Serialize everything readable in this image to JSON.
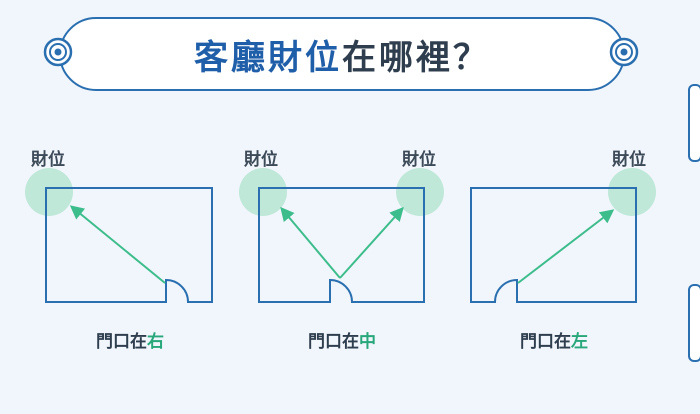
{
  "title": {
    "highlight": "客廳財位",
    "rest": "在哪裡？"
  },
  "diagrams": [
    {
      "labels": [
        "財位"
      ],
      "caption_prefix": "門口在",
      "caption_accent": "右"
    },
    {
      "labels": [
        "財位",
        "財位"
      ],
      "caption_prefix": "門口在",
      "caption_accent": "中"
    },
    {
      "labels": [
        "財位"
      ],
      "caption_prefix": "門口在",
      "caption_accent": "左"
    }
  ],
  "colors": {
    "frame": "#2a6fb0",
    "arrow": "#3dbd8c",
    "spot": "#bfe8d8",
    "accent_text": "#27a77a",
    "title_highlight": "#1f5ea8"
  },
  "icons": {
    "left": "gear-icon",
    "right": "gear-icon"
  }
}
